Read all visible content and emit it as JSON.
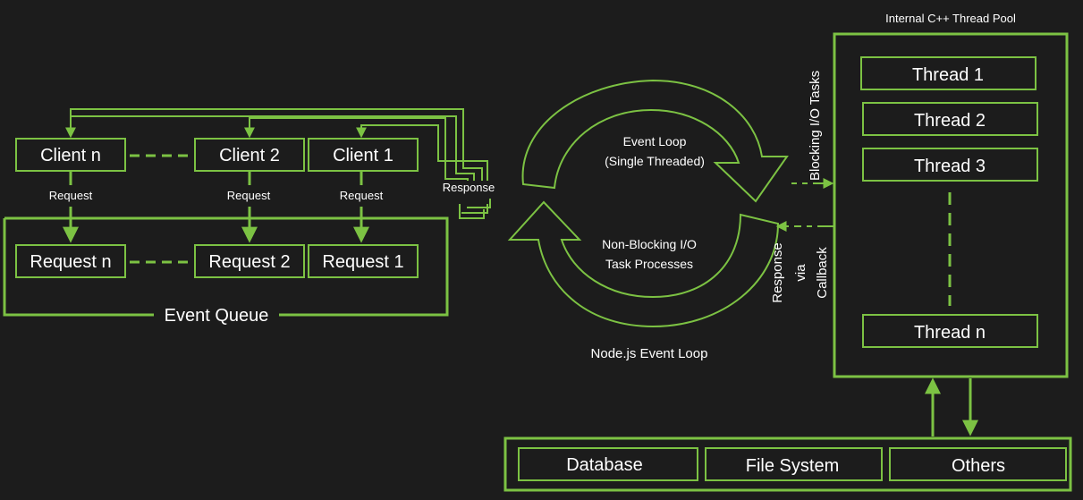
{
  "colors": {
    "background": "#1c1c1c",
    "accent": "#7cc243",
    "text": "#ffffff"
  },
  "clients": {
    "client_n": "Client n",
    "client_2": "Client 2",
    "client_1": "Client 1",
    "request_label": "Request",
    "response_label": "Response"
  },
  "event_queue": {
    "title": "Event Queue",
    "request_n": "Request n",
    "request_2": "Request 2",
    "request_1": "Request 1"
  },
  "event_loop": {
    "title_line1": "Event Loop",
    "title_line2": "(Single Threaded)",
    "nonblocking_line1": "Non-Blocking I/O",
    "nonblocking_line2": "Task Processes",
    "caption": "Node.js Event Loop"
  },
  "thread_pool": {
    "title": "Internal C++ Thread Pool",
    "blocking_label": "Blocking I/O Tasks",
    "response_label_line1": "Response",
    "response_label_line2": "via",
    "response_label_line3": "Callback",
    "thread_1": "Thread 1",
    "thread_2": "Thread 2",
    "thread_3": "Thread 3",
    "thread_n": "Thread n"
  },
  "resources": {
    "database": "Database",
    "file_system": "File System",
    "others": "Others"
  }
}
